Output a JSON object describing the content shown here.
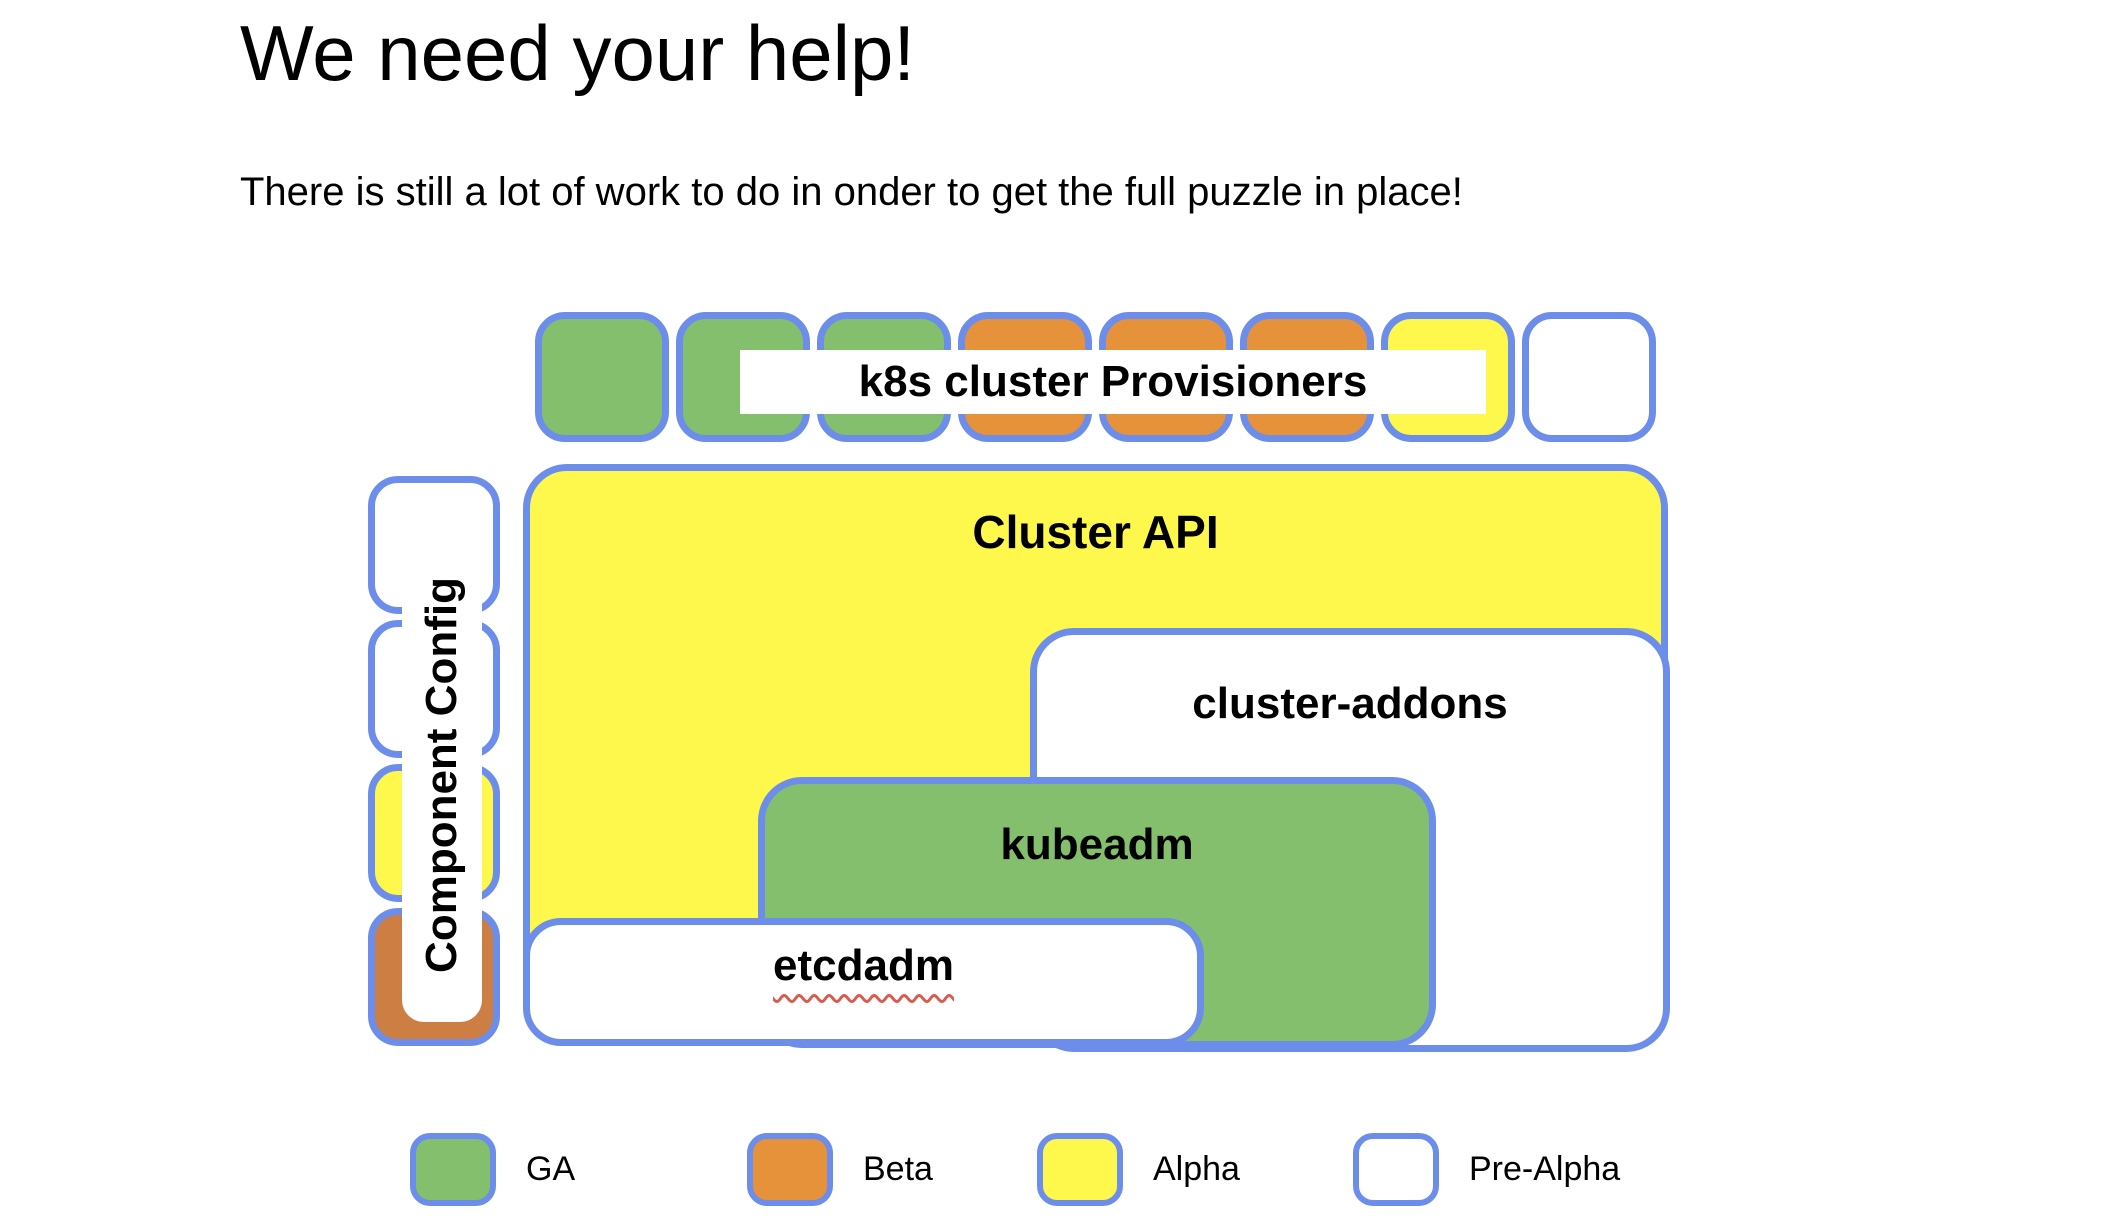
{
  "title": "We need your help!",
  "subtitle": "There is still a lot of work to do in onder to get the full puzzle in place!",
  "colors": {
    "green": "#84bf6e",
    "orange": "#e6923a",
    "orange_muted": "#cc7e43",
    "yellow": "#fdf84b",
    "white": "#ffffff",
    "border_blue": "#6c8eea",
    "squiggle_red": "#d85c50",
    "text_black": "#000000"
  },
  "provisioners_row": {
    "label": "k8s cluster Provisioners",
    "pieces": [
      "green",
      "green",
      "green",
      "orange",
      "orange",
      "orange",
      "yellow",
      "white"
    ]
  },
  "component_config": {
    "label": "Component Config",
    "pieces": [
      "white",
      "white",
      "yellow",
      "orange_muted"
    ]
  },
  "boxes": [
    {
      "label": "Cluster API",
      "color": "yellow"
    },
    {
      "label": "cluster-addons",
      "color": "white"
    },
    {
      "label": "kubeadm",
      "color": "green"
    },
    {
      "label": "etcdadm",
      "color": "white"
    }
  ],
  "legend": [
    {
      "label": "GA",
      "color": "green"
    },
    {
      "label": "Beta",
      "color": "orange"
    },
    {
      "label": "Alpha",
      "color": "yellow"
    },
    {
      "label": "Pre-Alpha",
      "color": "white"
    }
  ]
}
